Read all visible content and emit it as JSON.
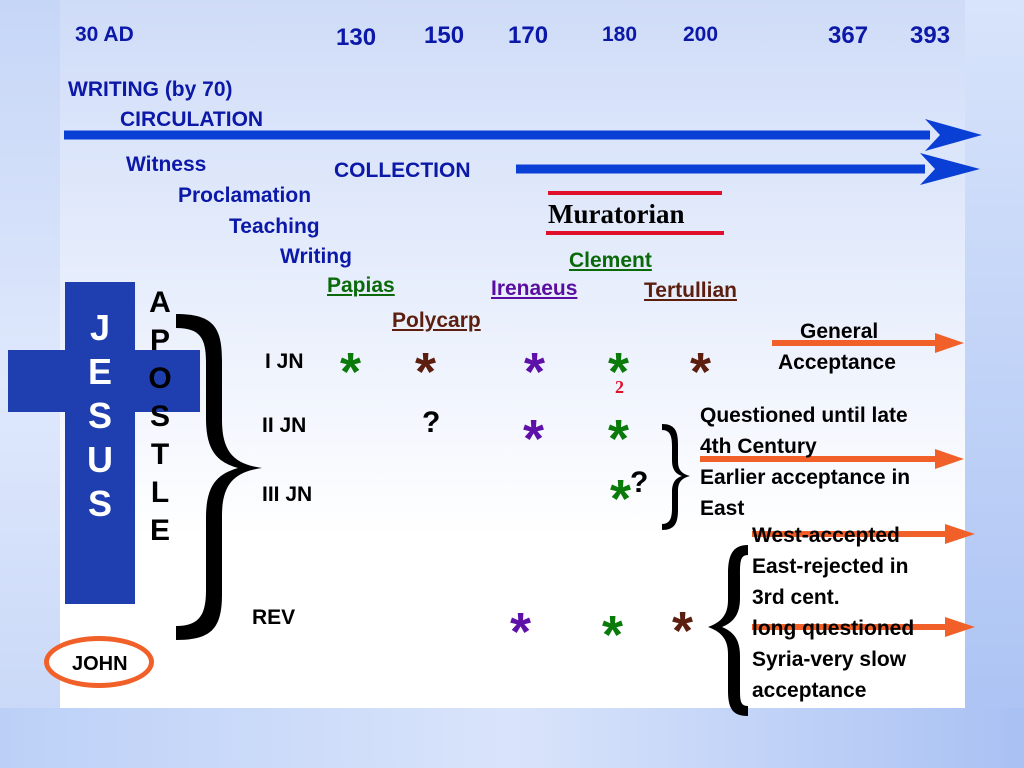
{
  "years": {
    "y30": "30 AD",
    "y130": "130",
    "y150": "150",
    "y170": "170",
    "y180": "180",
    "y200": "200",
    "y367": "367",
    "y393": "393"
  },
  "stages": {
    "writing_by_70": "WRITING (by 70)",
    "circulation": "CIRCULATION",
    "collection": "COLLECTION",
    "witness": "Witness",
    "proclamation": "Proclamation",
    "teaching": "Teaching",
    "writing": "Writing"
  },
  "fathers": {
    "muratorian": "Muratorian",
    "clement": "Clement",
    "papias": "Papias",
    "irenaeus": "Irenaeus",
    "tertullian": "Tertullian",
    "polycarp": "Polycarp"
  },
  "cross": {
    "letters": [
      "J",
      "E",
      "S",
      "U",
      "S"
    ]
  },
  "apostle": {
    "letters": [
      "A",
      "P",
      "O",
      "S",
      "T",
      "L",
      "E"
    ]
  },
  "john": "JOHN",
  "books": {
    "i_jn": "I JN",
    "ii_jn": "II JN",
    "iii_jn": "III JN",
    "rev": "REV"
  },
  "marks": {
    "star": "*",
    "question": "?",
    "footnote_two": "2"
  },
  "notes": {
    "general_line1": "General",
    "general_line2": "Acceptance",
    "questioned_line1": "Questioned until late",
    "questioned_line2": "4th Century",
    "earlier_line1": "Earlier acceptance in",
    "earlier_line2": "East",
    "west_line1": "West-accepted",
    "west_line2": "East-rejected in",
    "west_line3": "3rd cent.",
    "long_line1": "long questioned",
    "syria_line1": "Syria-very slow",
    "syria_line2": "acceptance"
  },
  "colors": {
    "timeline_blue": "#0a3fd6",
    "arrow_orange": "#f2602a",
    "cross_blue": "#1f3fb0",
    "muratorian_red": "#e0102a",
    "star_green": "#0a7a0a",
    "star_purple": "#5e11a8",
    "star_brown": "#5b1e0f"
  }
}
